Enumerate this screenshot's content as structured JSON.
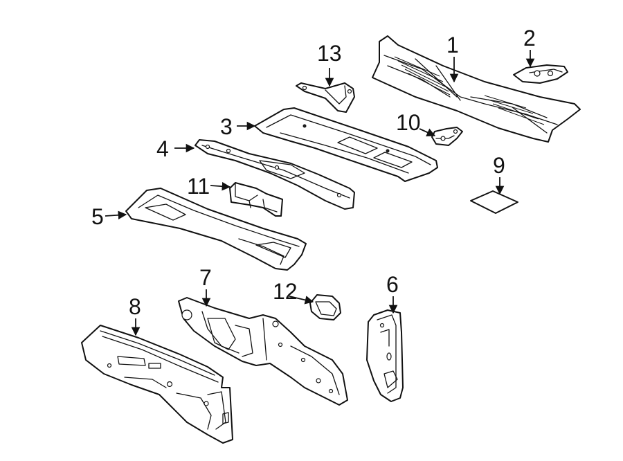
{
  "diagram": {
    "colors": {
      "line": "#111111",
      "background": "#ffffff"
    },
    "callouts": [
      "1",
      "2",
      "3",
      "4",
      "5",
      "6",
      "7",
      "8",
      "9",
      "10",
      "11",
      "12",
      "13"
    ]
  }
}
